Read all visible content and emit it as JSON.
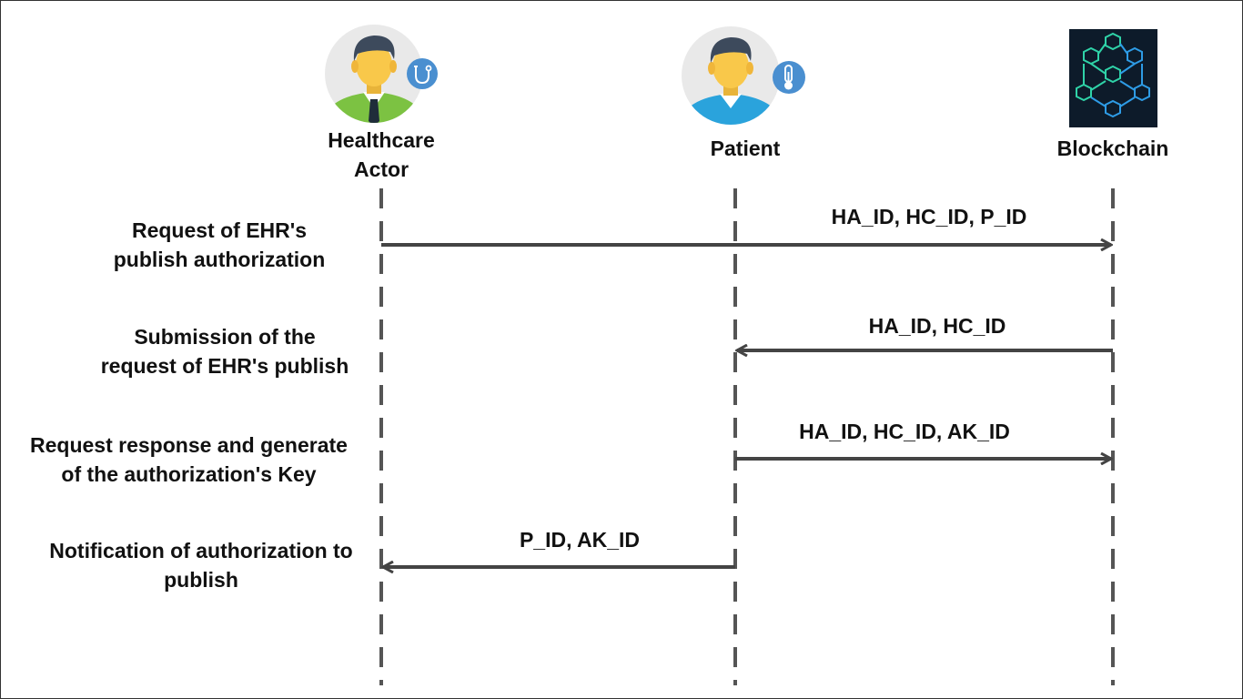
{
  "actors": [
    {
      "id": "healthcare-actor",
      "name_line1": "Healthcare",
      "name_line2": "Actor",
      "icon": "stethoscope-icon"
    },
    {
      "id": "patient",
      "name": "Patient",
      "icon": "thermometer-icon"
    },
    {
      "id": "blockchain",
      "name": "Blockchain",
      "icon": "blockchain-cubes-icon"
    }
  ],
  "steps": [
    {
      "label_line1": "Request of EHR's",
      "label_line2": "publish authorization",
      "message": "HA_ID, HC_ID, P_ID",
      "from": "healthcare-actor",
      "to": "blockchain"
    },
    {
      "label_line1": "Submission of the",
      "label_line2": "request of  EHR's publish",
      "message": "HA_ID, HC_ID",
      "from": "blockchain",
      "to": "patient"
    },
    {
      "label_line1": "Request  response and generate",
      "label_line2": "of the authorization's Key",
      "message": "HA_ID, HC_ID, AK_ID",
      "from": "patient",
      "to": "blockchain"
    },
    {
      "label_line1": "Notification of authorization to",
      "label_line2": "publish",
      "message": "P_ID, AK_ID",
      "from": "patient",
      "to": "healthcare-actor"
    }
  ],
  "colors": {
    "lifeline": "#555555",
    "arrow": "#444444",
    "doctor_shirt": "#7cc242",
    "patient_shirt": "#2aa3dc",
    "skin": "#f9c84a",
    "hair": "#3d4a5c",
    "badge": "#4a8fd0",
    "blockchain_bg": "#0d1b2a",
    "blockchain_line": "#2fd3a8"
  }
}
